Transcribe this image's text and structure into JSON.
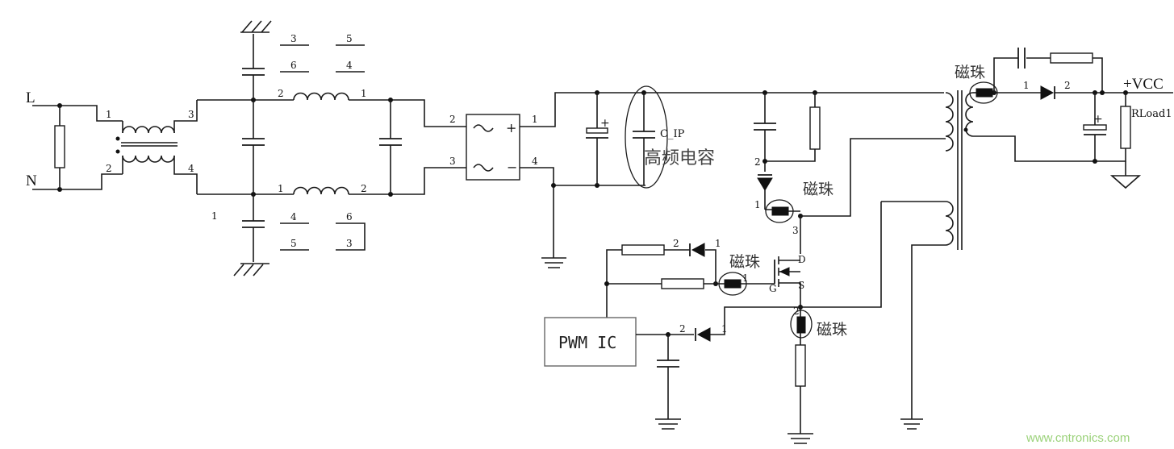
{
  "labels": {
    "line": "L",
    "neutral": "N",
    "vcc": "+VCC",
    "rload": "RLoad1",
    "c_ip": "C_IP",
    "hf_cap": "高频电容",
    "pwm_ic": "PWM IC",
    "bead_1": "磁珠",
    "bead_2": "磁珠",
    "bead_3": "磁珠",
    "bead_4": "磁珠",
    "watermark": "www.cntronics.com"
  },
  "pins": {
    "cm_1": "1",
    "cm_2": "2",
    "cm_3": "3",
    "cm_4": "4",
    "top_3": "3",
    "top_5": "5",
    "top_6": "6",
    "top_4": "4",
    "l1_2": "2",
    "l1_1": "1",
    "l2_1": "1",
    "l2_2": "2",
    "bot_1": "1",
    "bot_4": "4",
    "bot_6": "6",
    "bot_5": "5",
    "bot_3": "3",
    "br_2": "2",
    "br_3": "3",
    "br_1": "1",
    "br_4": "4",
    "br_plus": "+",
    "br_minus": "−",
    "d_out_1": "1",
    "d_out_2": "2",
    "snub_d_2": "2",
    "snub_d_1": "1",
    "vcc_d_2": "2",
    "vcc_d_1": "1",
    "q_d": "D",
    "q_g": "G",
    "q_s": "S",
    "q_3": "3",
    "q_2": "2",
    "q_1": "1",
    "bead_g_1": "1",
    "snub_1": "1",
    "snub_2": "2",
    "cap_plus_1": "+",
    "cap_plus_2": "+"
  }
}
